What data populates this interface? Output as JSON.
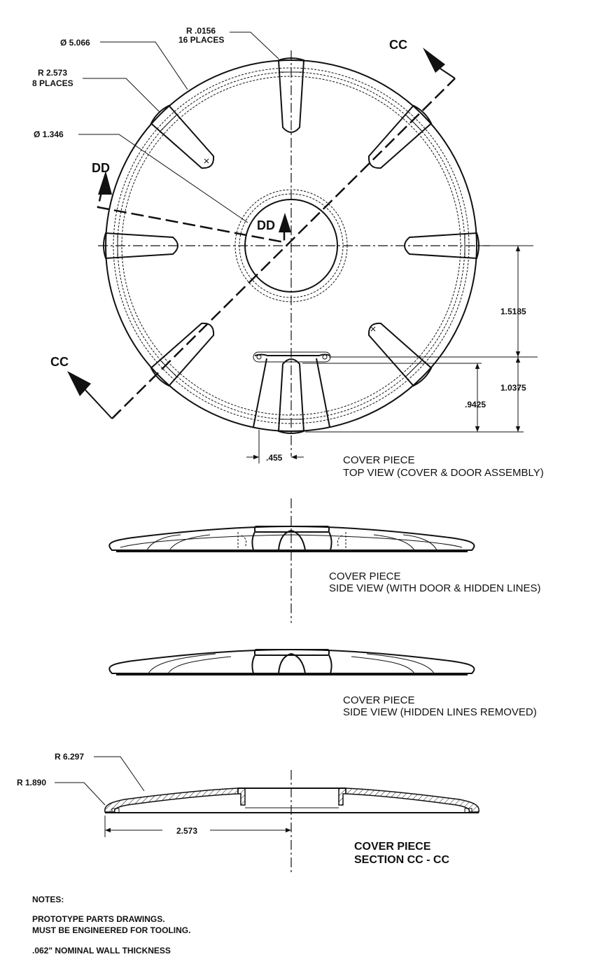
{
  "top_view": {
    "dims": {
      "od_dia": "Ø 5.066",
      "tip_radius": "R .0156",
      "tip_radius_count": "16 PLACES",
      "rib_radius": "R 2.573",
      "rib_radius_count": "8 PLACES",
      "id_dia": "Ø 1.346",
      "d_15185": "1.5185",
      "d_10375": "1.0375",
      "d_09425": ".9425",
      "d_0455": ".455"
    },
    "section_cc": "CC",
    "section_dd": "DD",
    "caption_line1": "COVER PIECE",
    "caption_line2": "TOP VIEW (COVER & DOOR ASSEMBLY)"
  },
  "side_view_hidden": {
    "caption_line1": "COVER PIECE",
    "caption_line2": "SIDE VIEW (WITH DOOR & HIDDEN LINES)"
  },
  "side_view_removed": {
    "caption_line1": "COVER PIECE",
    "caption_line2": "SIDE VIEW (HIDDEN LINES REMOVED)"
  },
  "section_view": {
    "r_6297": "R 6.297",
    "r_1890": "R 1.890",
    "d_2573": "2.573",
    "caption_line1": "COVER PIECE",
    "caption_line2": "SECTION CC - CC"
  },
  "notes": {
    "heading": "NOTES:",
    "line1": "PROTOTYPE PARTS DRAWINGS.",
    "line2": "MUST BE ENGINEERED FOR TOOLING.",
    "line3": ".062\" NOMINAL WALL THICKNESS"
  }
}
